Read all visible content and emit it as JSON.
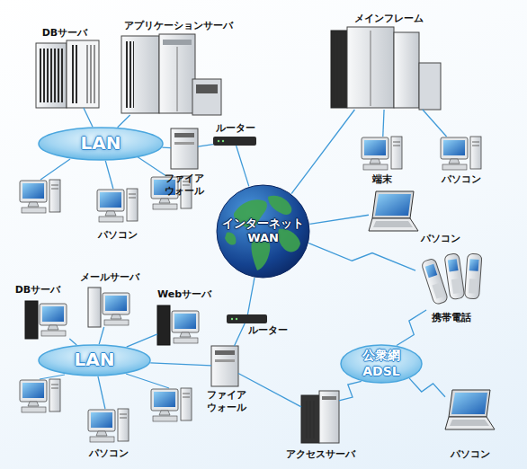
{
  "diagram": {
    "nodes": [
      {
        "text": [
          "DBサーバ"
        ]
      },
      {
        "text": [
          "アプリケーションサーバ"
        ]
      },
      {
        "text": [
          "メインフレーム"
        ]
      },
      {
        "text": [
          "LAN"
        ]
      },
      {
        "text": [
          "ルーター"
        ]
      },
      {
        "text": [
          "ファイア ウォール"
        ]
      },
      {
        "text": [
          "端末"
        ]
      },
      {
        "text": [
          "パソコン"
        ]
      },
      {
        "text": [
          "パソコン"
        ]
      },
      {
        "text": [
          "インターネット WAN"
        ]
      },
      {
        "text": [
          "パソコン"
        ]
      },
      {
        "text": [
          "DBサーバ"
        ]
      },
      {
        "text": [
          "メールサーバ"
        ]
      },
      {
        "text": [
          "Webサーバ"
        ]
      },
      {
        "text": [
          "携帯電話"
        ]
      },
      {
        "text": [
          "ルーター"
        ]
      },
      {
        "text": [
          "LAN"
        ]
      },
      {
        "text": [
          "ファイア ウォール"
        ]
      },
      {
        "text": [
          "公衆網 ADSL"
        ]
      },
      {
        "text": [
          "パソコン"
        ]
      },
      {
        "text": [
          "アクセスサーバ"
        ]
      },
      {
        "text": [
          "パソコン"
        ]
      }
    ],
    "edges": [
      {
        "from": 0,
        "to": 3,
        "arrow": "none"
      },
      {
        "from": 1,
        "to": 3,
        "arrow": "none"
      },
      {
        "from": 3,
        "to": 8,
        "arrow": "none"
      },
      {
        "from": 3,
        "to": 5,
        "arrow": "none"
      },
      {
        "from": 5,
        "to": 4,
        "arrow": "none"
      },
      {
        "from": 4,
        "to": 9,
        "arrow": "none"
      },
      {
        "from": 9,
        "to": 2,
        "arrow": "none"
      },
      {
        "from": 2,
        "to": 6,
        "arrow": "none"
      },
      {
        "from": 2,
        "to": 7,
        "arrow": "none"
      },
      {
        "from": 9,
        "to": 10,
        "arrow": "none"
      },
      {
        "from": 9,
        "to": 14,
        "arrow": "none"
      },
      {
        "from": 9,
        "to": 15,
        "arrow": "none"
      },
      {
        "from": 15,
        "to": 17,
        "arrow": "none"
      },
      {
        "from": 17,
        "to": 16,
        "arrow": "none"
      },
      {
        "from": 16,
        "to": 11,
        "arrow": "none"
      },
      {
        "from": 16,
        "to": 12,
        "arrow": "none"
      },
      {
        "from": 16,
        "to": 13,
        "arrow": "none"
      },
      {
        "from": 16,
        "to": 19,
        "arrow": "none"
      },
      {
        "from": 17,
        "to": 20,
        "arrow": "none"
      },
      {
        "from": 20,
        "to": 18,
        "arrow": "none"
      },
      {
        "from": 18,
        "to": 14,
        "arrow": "none"
      },
      {
        "from": 18,
        "to": 21,
        "arrow": "none"
      }
    ]
  }
}
